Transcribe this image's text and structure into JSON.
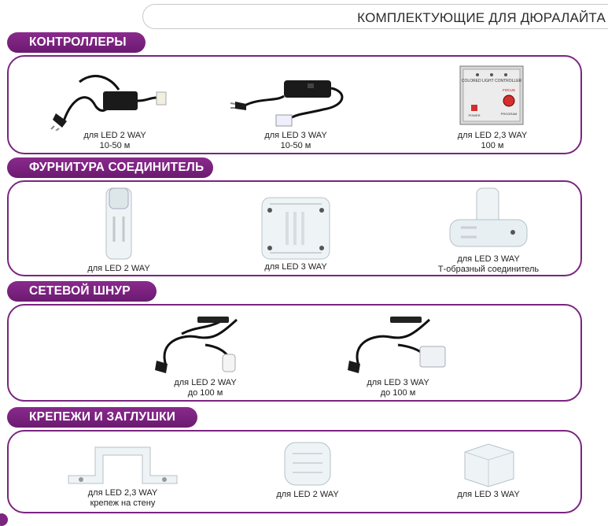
{
  "page_title": "КОМПЛЕКТУЮЩИЕ ДЛЯ ДЮРАЛАЙТА",
  "sections": [
    {
      "title": "КОНТРОЛЛЕРЫ",
      "items": [
        {
          "line1": "для LED 2 WAY",
          "line2": "10-50 м"
        },
        {
          "line1": "для LED 3 WAY",
          "line2": "10-50 м"
        },
        {
          "line1": "для LED 2,3 WAY",
          "line2": "100 м"
        }
      ]
    },
    {
      "title": "ФУРНИТУРА СОЕДИНИТЕЛЬ",
      "items": [
        {
          "line1": "для LED 2 WAY",
          "line2": ""
        },
        {
          "line1": "для LED 3 WAY",
          "line2": ""
        },
        {
          "line1": "для LED 3 WAY",
          "line2": "Т-образный соединитель"
        }
      ]
    },
    {
      "title": "СЕТЕВОЙ ШНУР",
      "items": [
        {
          "line1": "для LED 2 WAY",
          "line2": "до 100 м"
        },
        {
          "line1": "для LED 3 WAY",
          "line2": "до 100 м"
        }
      ]
    },
    {
      "title": "КРЕПЕЖИ И ЗАГЛУШКИ",
      "items": [
        {
          "line1": "для LED 2,3 WAY",
          "line2": "крепеж на стену"
        },
        {
          "line1": "для LED 2 WAY",
          "line2": ""
        },
        {
          "line1": "для LED 3 WAY",
          "line2": ""
        }
      ]
    }
  ],
  "controller_box_text": {
    "label": "COLORED LIGHT CONTROLLER",
    "power": "POWER",
    "button": "FOCUS",
    "program": "PROGRAM"
  },
  "colors": {
    "accent": "#7a2580",
    "tab_gradient_top": "#8a2a8e"
  }
}
